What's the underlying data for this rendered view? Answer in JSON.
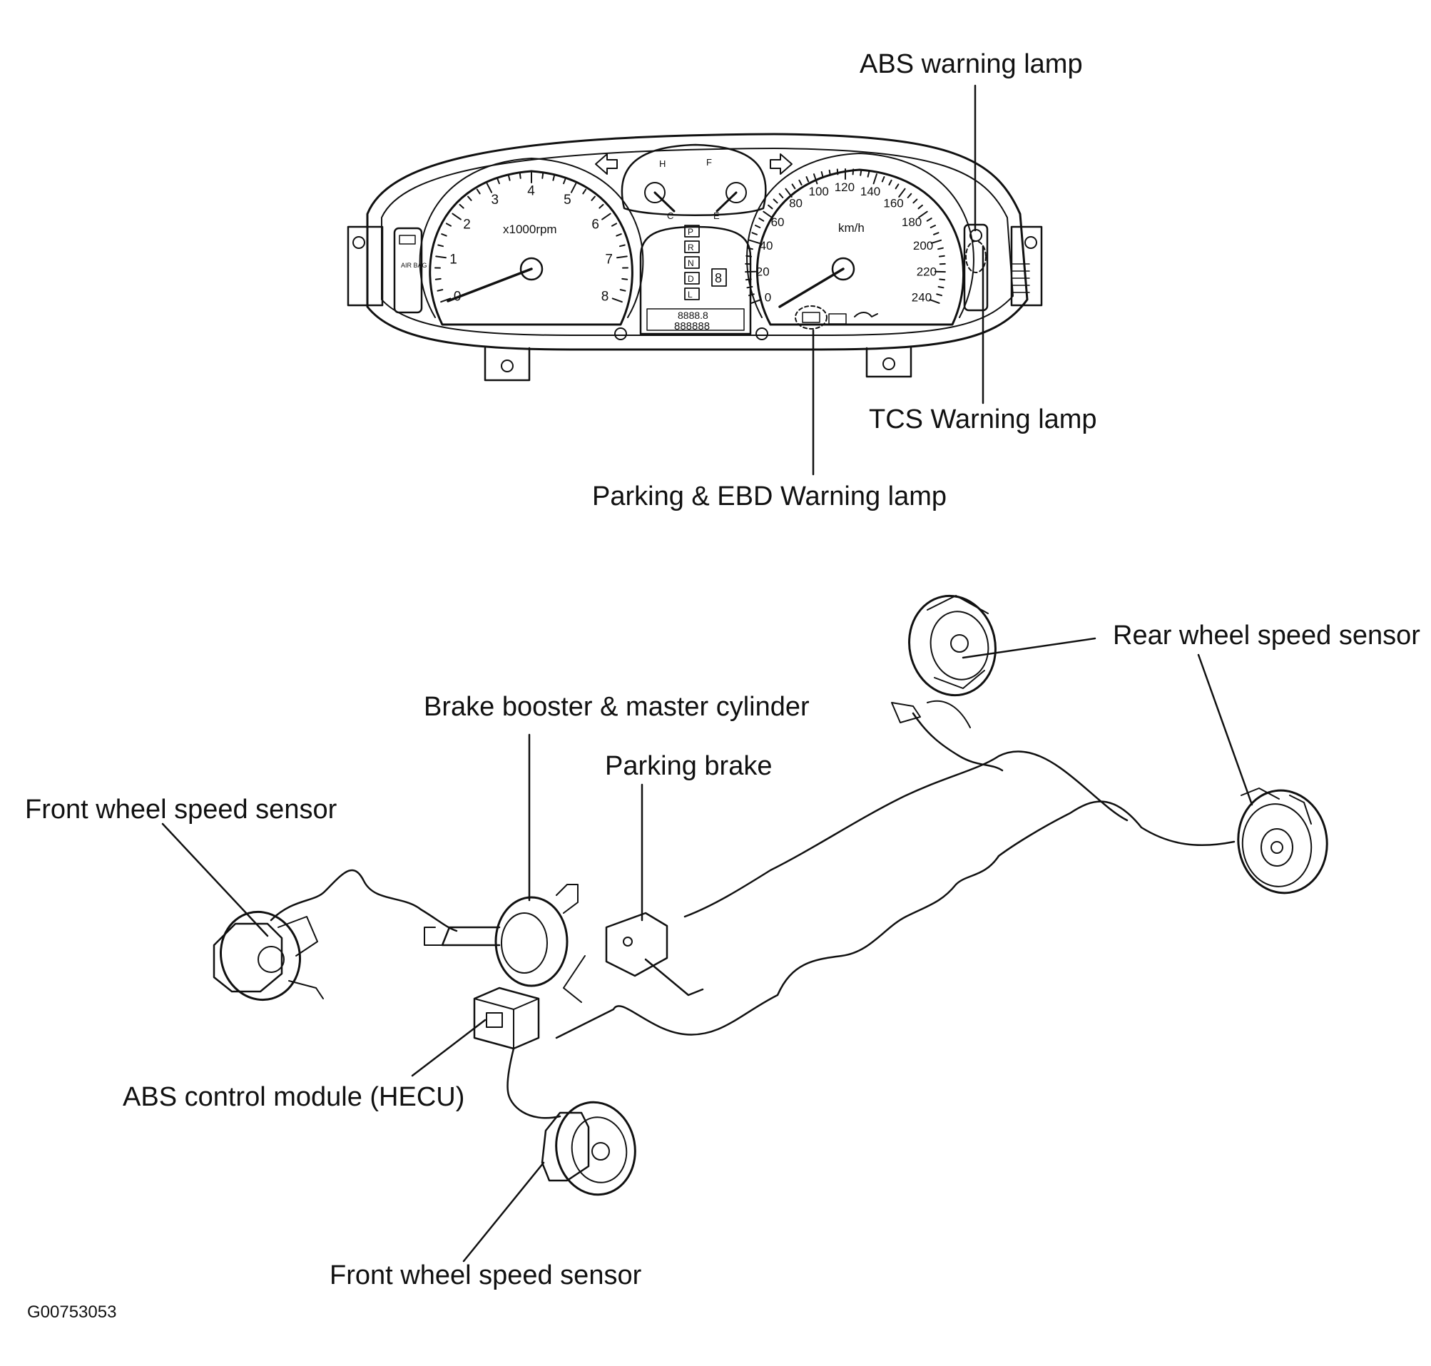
{
  "cluster": {
    "tach_numbers": [
      "0",
      "1",
      "2",
      "3",
      "4",
      "5",
      "6",
      "7",
      "8"
    ],
    "tach_unit": "x1000rpm",
    "speed_numbers": [
      "0",
      "20",
      "40",
      "60",
      "80",
      "100",
      "120",
      "140",
      "160",
      "180",
      "200",
      "220",
      "240"
    ],
    "speed_unit": "km/h",
    "temp_gauge": {
      "high": "H",
      "low": "C"
    },
    "fuel_gauge": {
      "full": "F",
      "empty": "E"
    },
    "gear_positions": [
      "P",
      "R",
      "N",
      "D",
      "L"
    ],
    "gear_display": "8",
    "odometer_display": "888888",
    "trip_display": "8888.8",
    "airbag_panel_text": "AIR BAG"
  },
  "callouts": {
    "abs_warning_lamp": "ABS warning lamp",
    "tcs_warning_lamp": "TCS Warning lamp",
    "parking_ebd_warning_lamp": "Parking & EBD Warning lamp",
    "rear_wheel_speed_sensor": "Rear wheel speed sensor",
    "brake_booster_master_cylinder": "Brake booster & master cylinder",
    "parking_brake": "Parking brake",
    "front_wheel_speed_sensor_left": "Front wheel speed sensor",
    "abs_control_module": "ABS control module (HECU)",
    "front_wheel_speed_sensor_bottom": "Front wheel speed sensor"
  },
  "figure_id": "G00753053",
  "colors": {
    "ink": "#111111",
    "background": "#ffffff"
  }
}
